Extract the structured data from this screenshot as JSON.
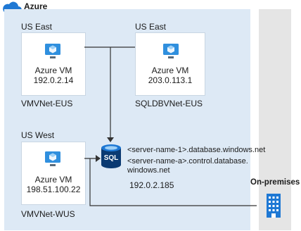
{
  "azure": {
    "label": "Azure",
    "color": "#1e78d4"
  },
  "regions": {
    "us_east": "US East",
    "us_west": "US West",
    "on_premises": "On-premises"
  },
  "vms": [
    {
      "name": "Azure VM",
      "ip": "192.0.2.14",
      "vnet": "VMVNet-EUS"
    },
    {
      "name": "Azure VM",
      "ip": "203.0.113.1",
      "vnet": "SQLDBVNet-EUS"
    },
    {
      "name": "Azure VM",
      "ip": "198.51.100.22",
      "vnet": "VMVNet-WUS"
    }
  ],
  "sql": {
    "icon_label": "SQL",
    "endpoint_1": "<server-name-1>.database.windows.net",
    "endpoint_2_line1": "<server-name-a>.control.database.",
    "endpoint_2_line2": "windows.net",
    "ip": "192.0.2.185"
  },
  "colors": {
    "azure_bg": "#dde9f5",
    "onprem_bg": "#e5e5e5",
    "line": "#333333",
    "vm_blue": "#2f8fde",
    "sql_navy": "#0b3a72",
    "building": "#1e78d4"
  }
}
